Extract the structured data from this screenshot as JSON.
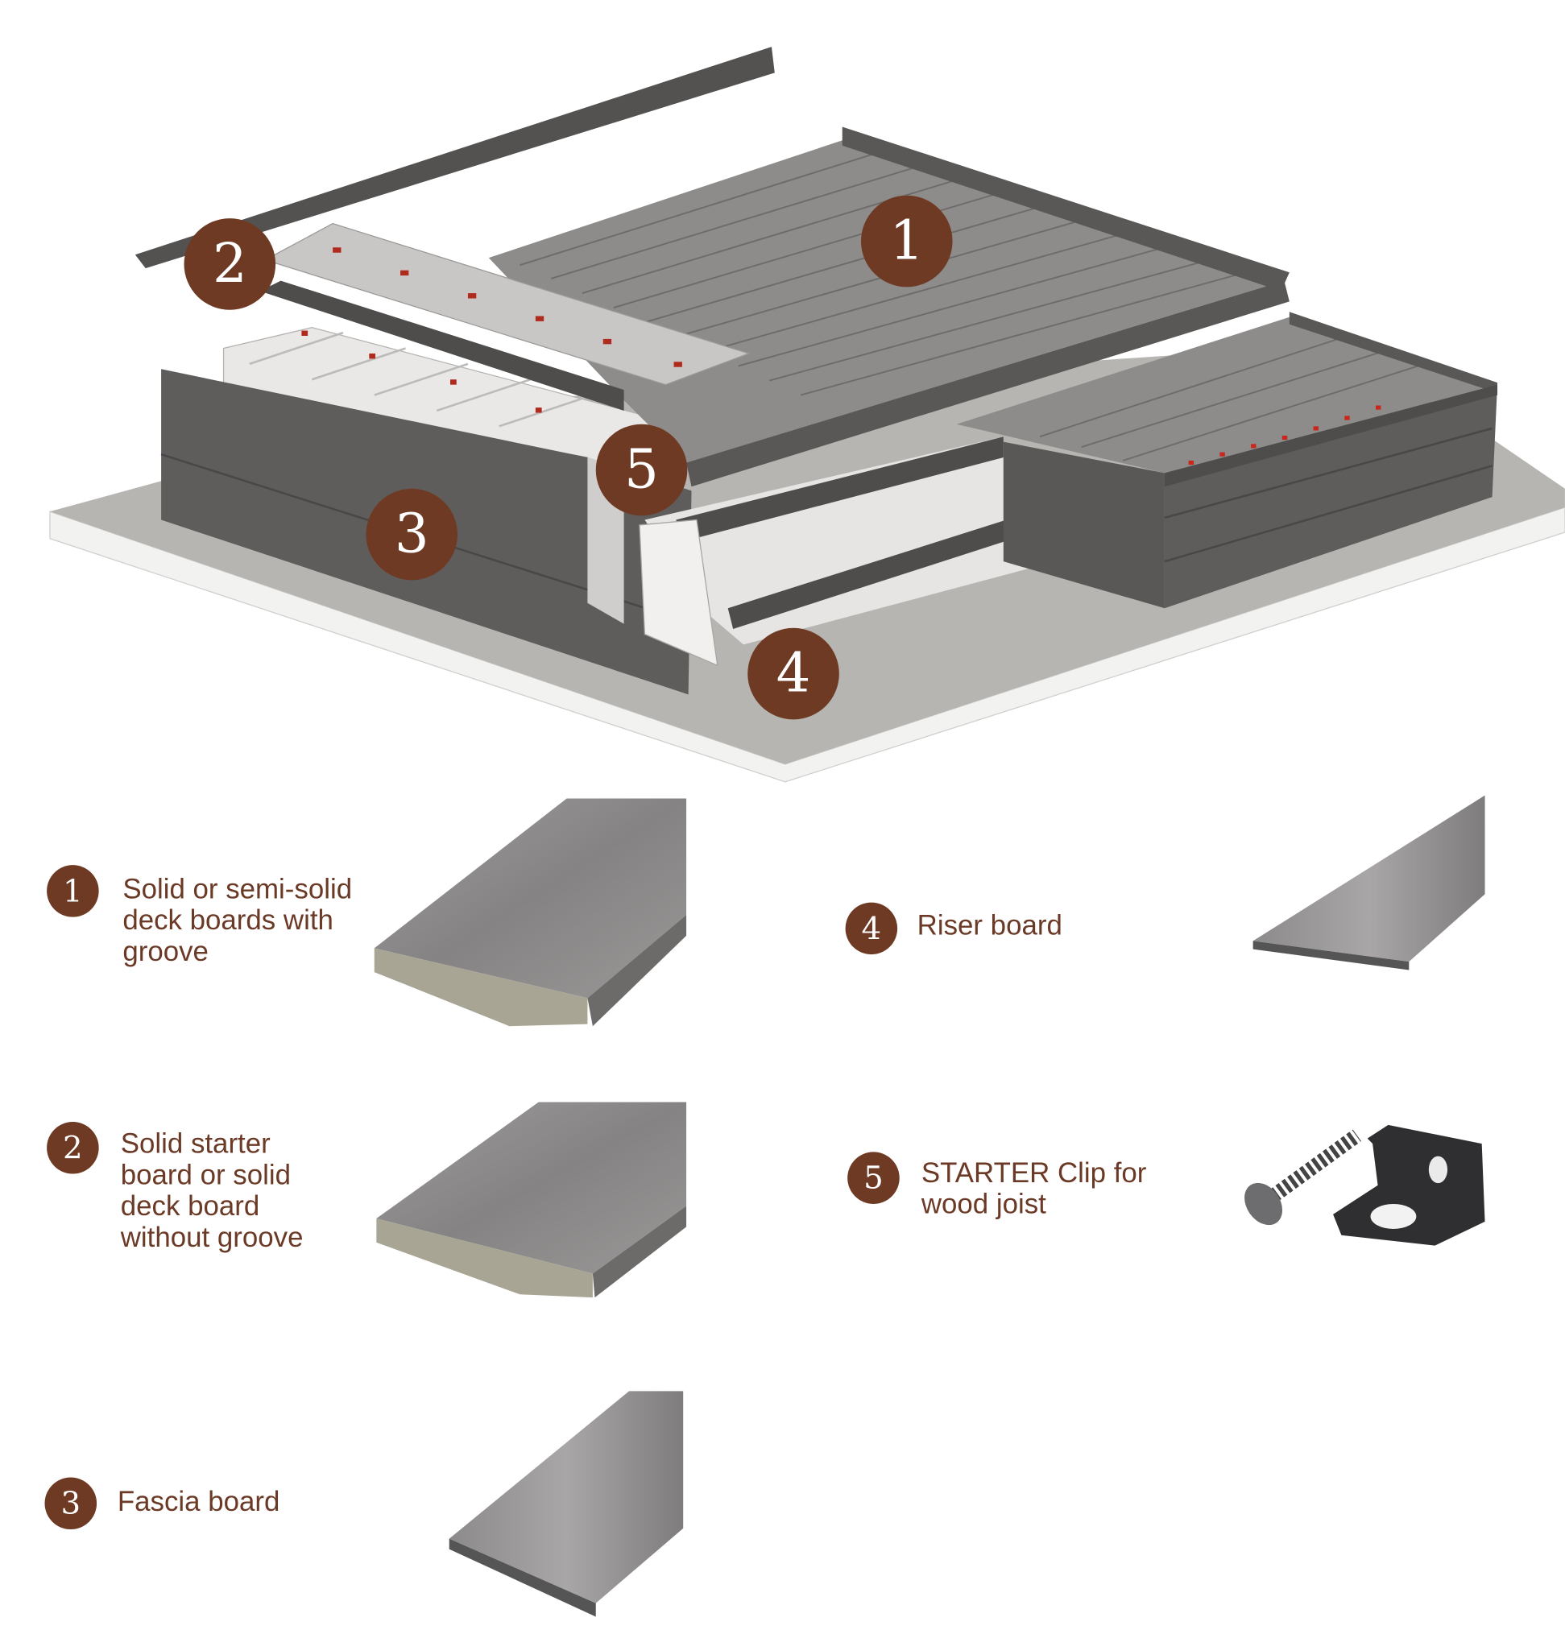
{
  "diagram": {
    "callouts": [
      "1",
      "2",
      "3",
      "4",
      "5"
    ]
  },
  "legend": [
    {
      "number": "1",
      "label": "Solid or semi-solid\ndeck boards with\ngroove",
      "image": "grooved-deck-board"
    },
    {
      "number": "2",
      "label": "Solid starter\nboard or solid\ndeck board\nwithout groove",
      "image": "starter-deck-board"
    },
    {
      "number": "3",
      "label": "Fascia board",
      "image": "fascia-board"
    },
    {
      "number": "4",
      "label": "Riser board",
      "image": "riser-board"
    },
    {
      "number": "5",
      "label": "STARTER Clip for\nwood joist",
      "image": "starter-clip-and-screw"
    }
  ],
  "colors": {
    "badge": "#6e3a24",
    "text": "#6b3a26",
    "board": "#8a8888",
    "dark_board": "#5e5c5b"
  }
}
